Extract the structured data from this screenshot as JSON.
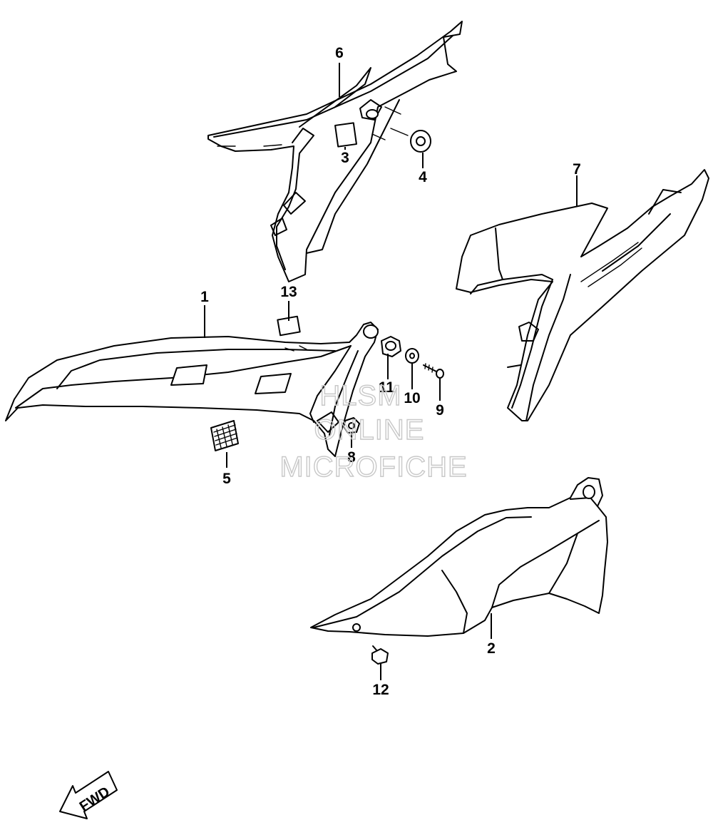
{
  "diagram": {
    "callouts": {
      "c1": "1",
      "c2": "2",
      "c3": "3",
      "c4": "4",
      "c5": "5",
      "c6": "6",
      "c7": "7",
      "c8": "8",
      "c9": "9",
      "c10": "10",
      "c11": "11",
      "c12": "12",
      "c13": "13"
    },
    "watermark": [
      "HLSM",
      "ONLINE",
      "MICROFICHE"
    ],
    "direction_label": "FWD"
  }
}
